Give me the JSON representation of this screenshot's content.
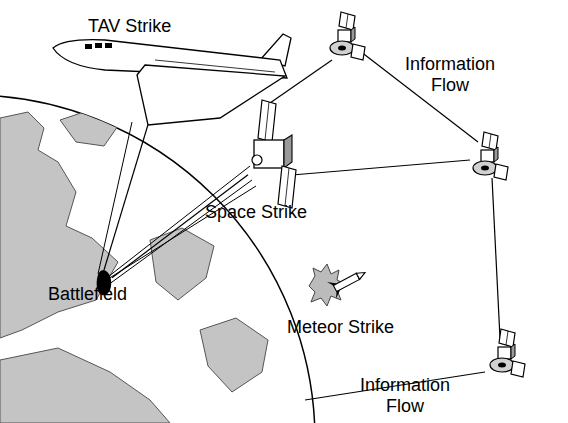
{
  "diagram": {
    "nodes": [
      {
        "text": [
          "TAV Strike"
        ]
      },
      {
        "text": [
          "Space Strike"
        ]
      },
      {
        "text": [
          "Battlefield"
        ]
      },
      {
        "text": [
          "Meteor Strike"
        ]
      }
    ],
    "edges": [
      {
        "from": 0,
        "to": 2,
        "arrow": "none"
      },
      {
        "from": 1,
        "to": 2,
        "arrow": "none"
      }
    ],
    "labels": [
      "Information Flow",
      "Information Flow"
    ]
  }
}
